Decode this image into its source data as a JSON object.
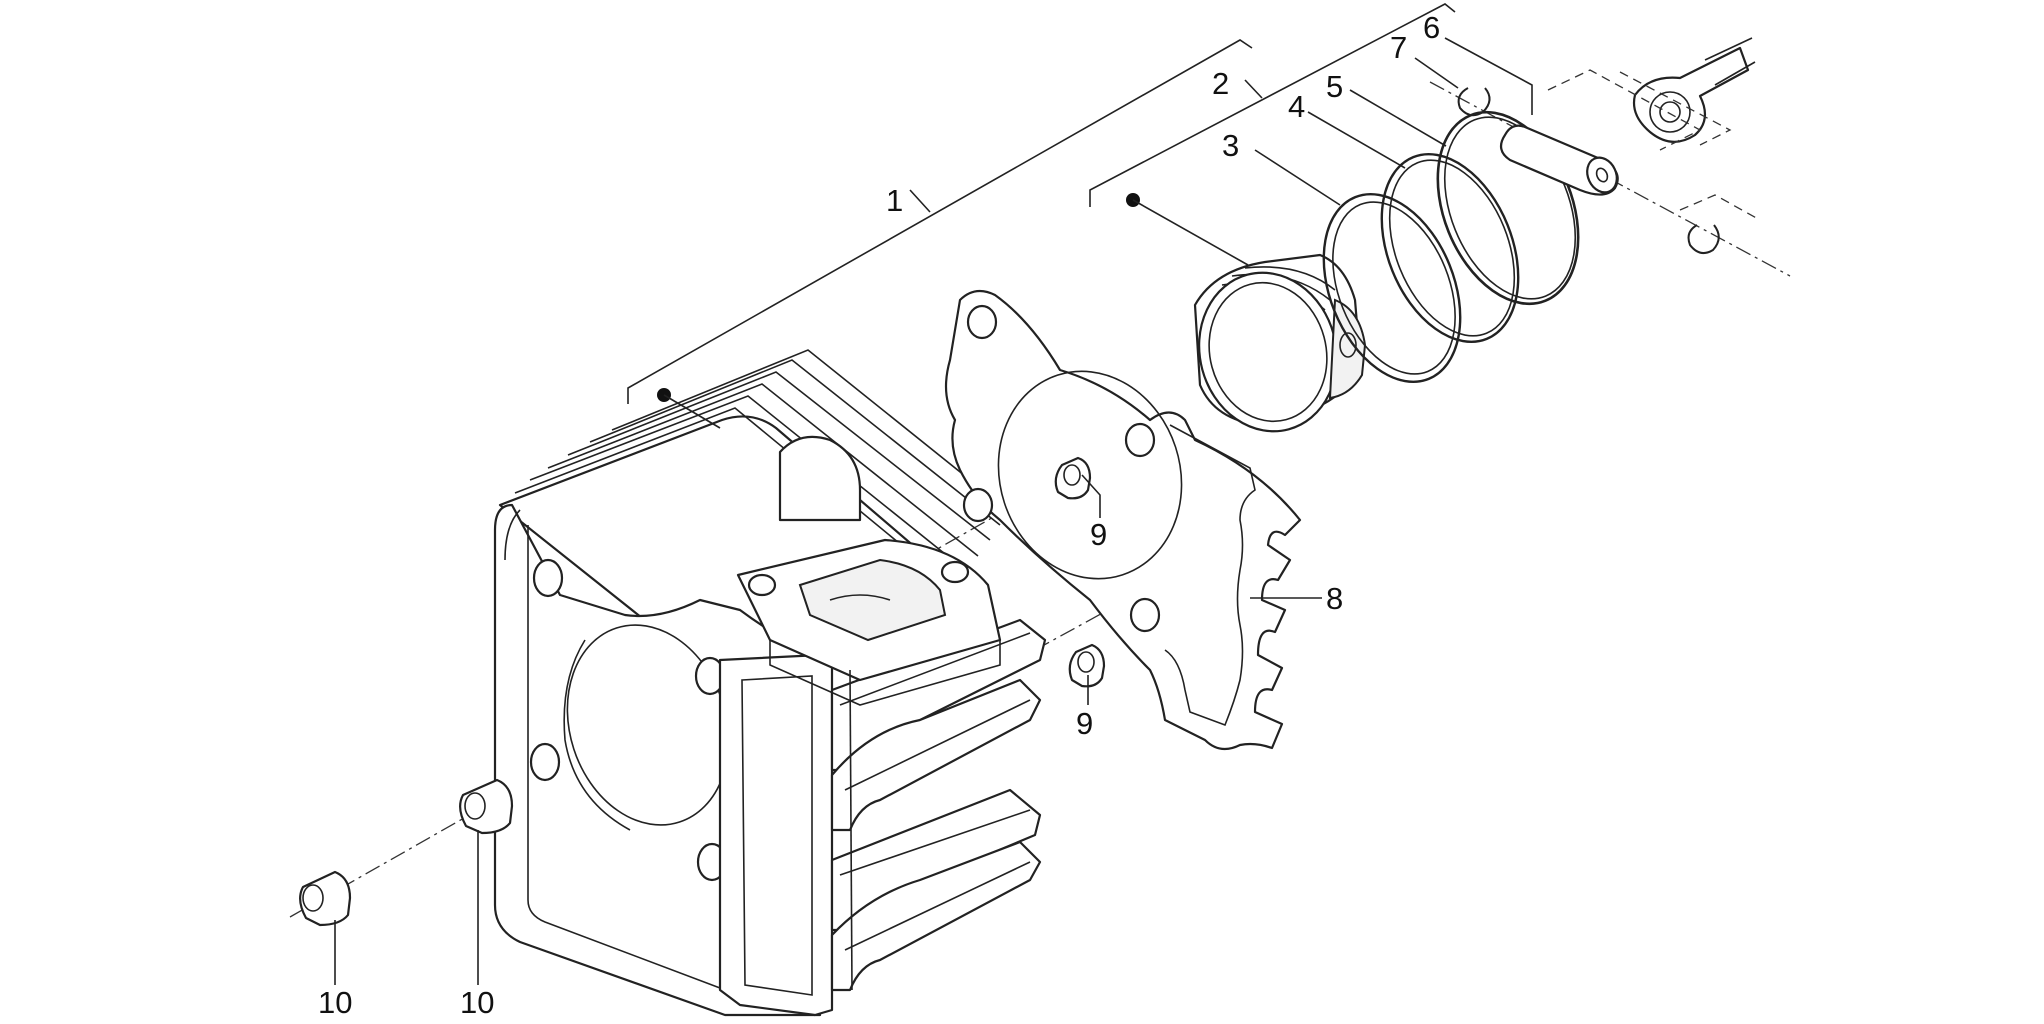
{
  "diagram": {
    "callouts": [
      {
        "id": "c1",
        "label": "1"
      },
      {
        "id": "c2",
        "label": "2"
      },
      {
        "id": "c3",
        "label": "3"
      },
      {
        "id": "c4",
        "label": "4"
      },
      {
        "id": "c5",
        "label": "5"
      },
      {
        "id": "c6",
        "label": "6"
      },
      {
        "id": "c7",
        "label": "7"
      },
      {
        "id": "c8",
        "label": "8"
      },
      {
        "id": "c9a",
        "label": "9"
      },
      {
        "id": "c9b",
        "label": "9"
      },
      {
        "id": "c10a",
        "label": "10"
      },
      {
        "id": "c10b",
        "label": "10"
      }
    ]
  }
}
